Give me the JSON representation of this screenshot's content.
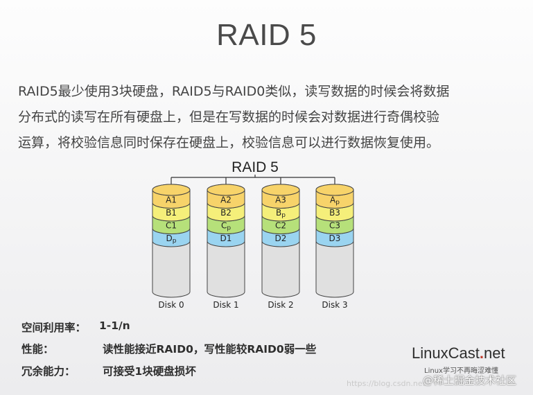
{
  "slide": {
    "title": "RAID 5",
    "description_lines": [
      "RAID5最少使用3块硬盘，RAID5与RAID0类似，读写数据的时候会将数据",
      "分布式的读写在所有硬盘上，但是在写数据的时候会对数据进行奇偶校验",
      "运算，将校验信息同时保存在硬盘上，校验信息可以进行数据恢复使用。"
    ]
  },
  "diagram": {
    "title": "RAID 5",
    "colors": {
      "row_a": "#f7d36a",
      "row_b": "#f5ef7a",
      "row_c": "#b6e07a",
      "row_d": "#9ad4f0",
      "empty": "#e0e0e0",
      "outline": "#444444"
    },
    "disks": [
      {
        "label": "Disk 0",
        "blocks": [
          {
            "letter": "A",
            "sub": "1"
          },
          {
            "letter": "B",
            "sub": "1"
          },
          {
            "letter": "C",
            "sub": "1"
          },
          {
            "letter": "D",
            "sub": "p"
          }
        ]
      },
      {
        "label": "Disk 1",
        "blocks": [
          {
            "letter": "A",
            "sub": "2"
          },
          {
            "letter": "B",
            "sub": "2"
          },
          {
            "letter": "C",
            "sub": "p"
          },
          {
            "letter": "D",
            "sub": "1"
          }
        ]
      },
      {
        "label": "Disk 2",
        "blocks": [
          {
            "letter": "A",
            "sub": "3"
          },
          {
            "letter": "B",
            "sub": "p"
          },
          {
            "letter": "C",
            "sub": "2"
          },
          {
            "letter": "D",
            "sub": "2"
          }
        ]
      },
      {
        "label": "Disk 3",
        "blocks": [
          {
            "letter": "A",
            "sub": "p"
          },
          {
            "letter": "B",
            "sub": "3"
          },
          {
            "letter": "C",
            "sub": "3"
          },
          {
            "letter": "D",
            "sub": "3"
          }
        ]
      }
    ]
  },
  "stats": {
    "space_label": "空间利用率：",
    "space_value": "1-1/n",
    "performance_label": "性能：",
    "performance_value": "读性能接近RAID0，写性能较RAID0弱一些",
    "redundancy_label": "冗余能力：",
    "redundancy_value": "可接受1块硬盘损坏"
  },
  "branding": {
    "logo_prefix": "LinuxCast",
    "logo_dot": ".",
    "logo_suffix": "net",
    "slogan": "Linux学习不再晦涩难懂",
    "watermark": "@稀土掘金技术社区",
    "faint_url": "https://blog.csdn.net"
  }
}
